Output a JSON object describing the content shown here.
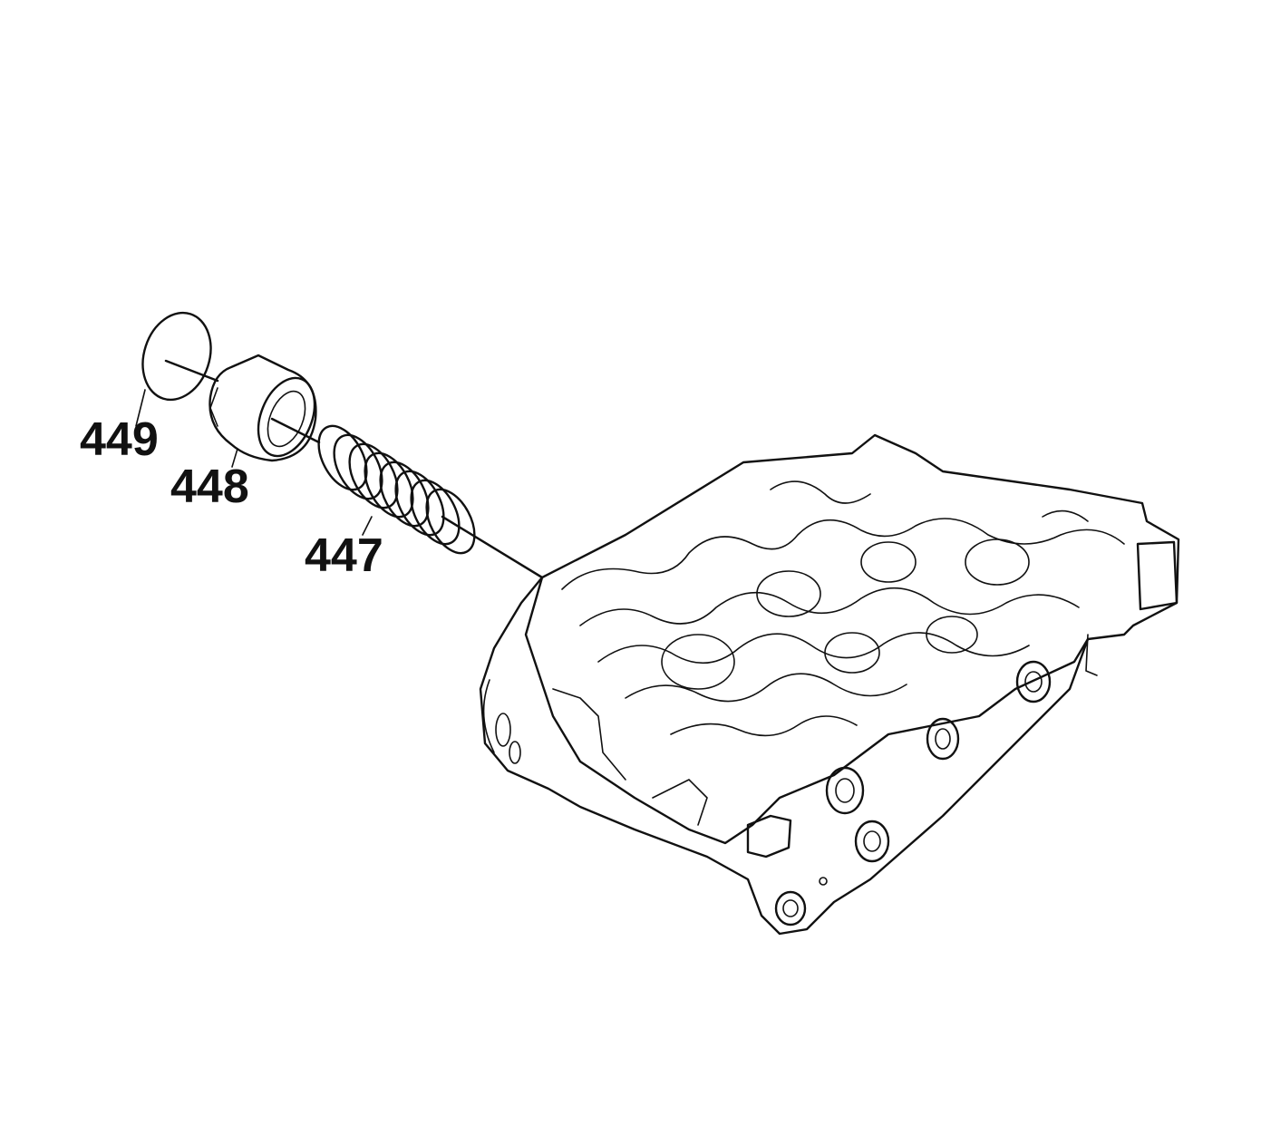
{
  "callouts": {
    "snap_ring": "449",
    "plug": "448",
    "spring": "447"
  },
  "colors": {
    "ink": "#111111",
    "background": "#ffffff"
  }
}
